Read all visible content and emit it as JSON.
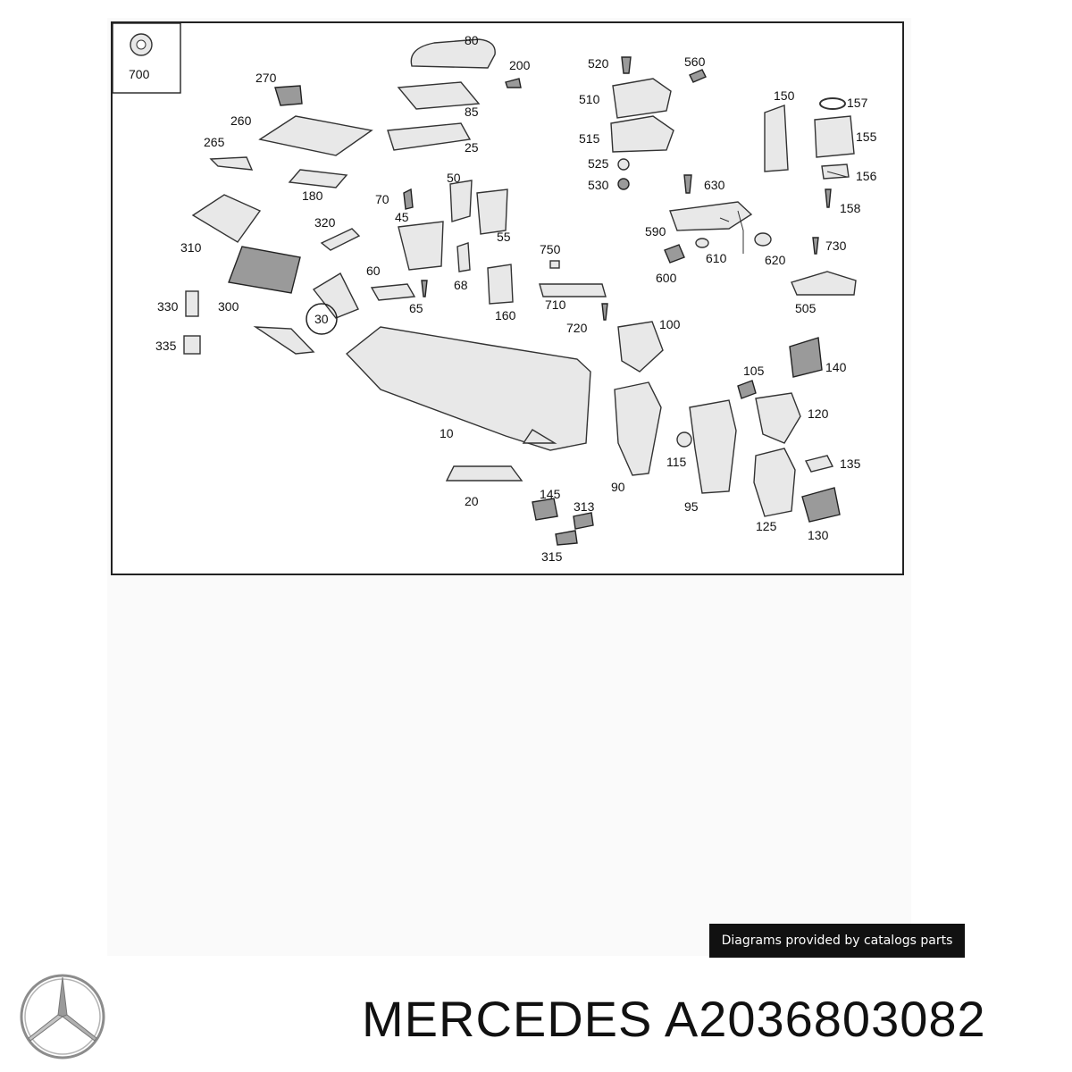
{
  "diagram": {
    "callouts": [
      "700",
      "80",
      "200",
      "520",
      "560",
      "270",
      "85",
      "510",
      "150",
      "157",
      "260",
      "25",
      "515",
      "155",
      "265",
      "180",
      "525",
      "530",
      "156",
      "50",
      "630",
      "158",
      "70",
      "45",
      "320",
      "55",
      "590",
      "610",
      "620",
      "730",
      "310",
      "750",
      "60",
      "68",
      "600",
      "300",
      "505",
      "160",
      "710",
      "330",
      "65",
      "30",
      "720",
      "100",
      "335",
      "140",
      "105",
      "10",
      "120",
      "115",
      "135",
      "90",
      "20",
      "145",
      "313",
      "95",
      "125",
      "130",
      "315"
    ]
  },
  "credit": "Diagrams provided by catalogs parts",
  "brand": "MERCEDES",
  "part_number": "A2036803082",
  "colors": {
    "frame": "#222222",
    "credit_bg": "#111111",
    "credit_text": "#ffffff",
    "logo": "#8c8c8c"
  }
}
